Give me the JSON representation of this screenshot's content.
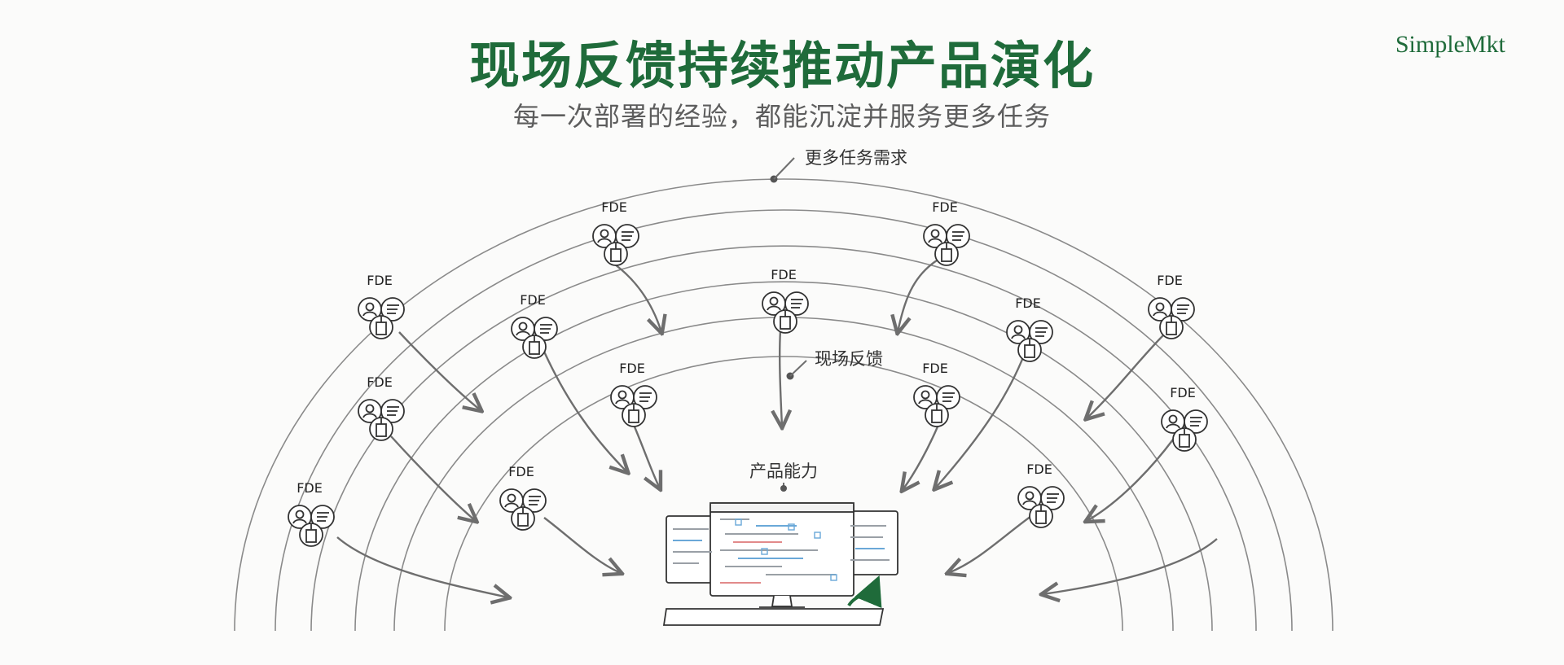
{
  "header": {
    "title": "现场反馈持续推动产品演化",
    "subtitle": "每一次部署的经验，都能沉淀并服务更多任务",
    "brand": "SimpleMkt"
  },
  "labels": {
    "outer": "更多任务需求",
    "middle": "现场反馈",
    "center": "产品能力"
  },
  "nodes": [
    {
      "label": "FDE"
    },
    {
      "label": "FDE"
    },
    {
      "label": "FDE"
    },
    {
      "label": "FDE"
    },
    {
      "label": "FDE"
    },
    {
      "label": "FDE"
    },
    {
      "label": "FDE"
    },
    {
      "label": "FDE"
    },
    {
      "label": "FDE"
    },
    {
      "label": "FDE"
    },
    {
      "label": "FDE"
    },
    {
      "label": "FDE"
    },
    {
      "label": "FDE"
    },
    {
      "label": "FDE"
    }
  ],
  "icons": {
    "node": "person-and-chat-and-building-icon",
    "center": "computer-monitor-icon",
    "refresh": "circular-arrow-icon"
  },
  "colors": {
    "title": "#1f6b3a",
    "refresh": "#1f6b3a",
    "accent_blue": "#6aa8d8",
    "accent_red": "#e28a8a"
  }
}
